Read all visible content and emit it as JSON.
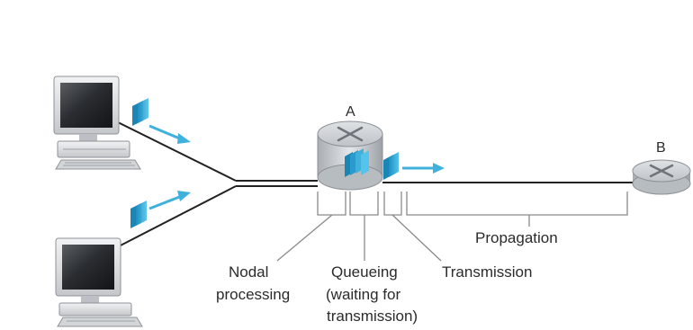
{
  "nodes": {
    "router_a": {
      "label": "A"
    },
    "router_b": {
      "label": "B"
    }
  },
  "delays": {
    "nodal": {
      "line1": "Nodal",
      "line2": "processing"
    },
    "queueing": {
      "line1": "Queueing",
      "line2": "(waiting for",
      "line3": "transmission)"
    },
    "transmission": {
      "label": "Transmission"
    },
    "propagation": {
      "label": "Propagation"
    }
  },
  "colors": {
    "packet": "#3fb1dc",
    "packet_dark": "#1a86b6",
    "router": "#c9cdd2",
    "link": "#222222",
    "bracket": "#8a8a8a"
  }
}
